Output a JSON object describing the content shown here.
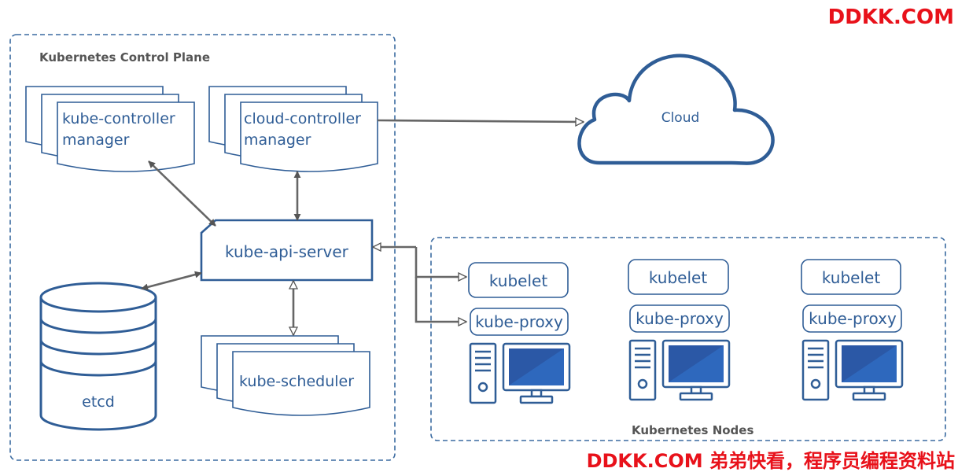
{
  "watermark": {
    "top": "DDKK.COM",
    "bottom": "DDKK.COM 弟弟快看，程序员编程资料站",
    "color": "#e8111a"
  },
  "control_plane": {
    "title": "Kubernetes Control Plane",
    "kube_controller_manager": [
      "kube-controller",
      "manager"
    ],
    "cloud_controller_manager": [
      "cloud-controller",
      "manager"
    ],
    "api_server": "kube-api-server",
    "scheduler": "kube-scheduler",
    "etcd": "etcd"
  },
  "cloud": {
    "label": "Cloud"
  },
  "nodes": {
    "title": "Kubernetes Nodes",
    "kubelet": "kubelet",
    "proxy": "kube-proxy"
  },
  "colors": {
    "primary": "#2f5d96",
    "arrow": "#666666",
    "monitor_screen": "#2b58a6",
    "group_border": "#3a6aa0"
  },
  "icons": [
    "server-tower-icon",
    "monitor-icon",
    "database-icon",
    "cloud-icon"
  ]
}
